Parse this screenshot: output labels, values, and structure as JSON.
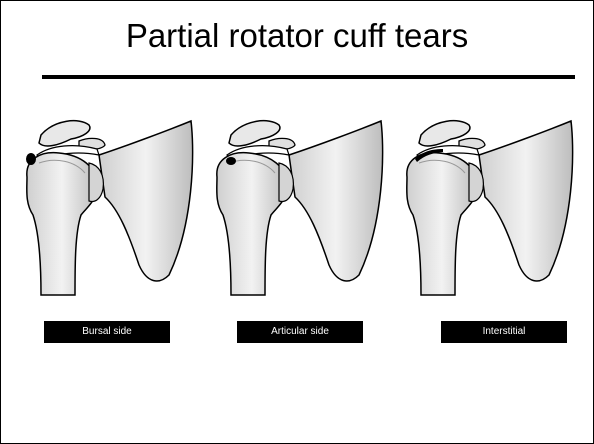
{
  "slide": {
    "title": "Partial rotator cuff tears"
  },
  "figures": [
    {
      "label": "Bursal side",
      "tear_location": "bursal"
    },
    {
      "label": "Articular side",
      "tear_location": "articular"
    },
    {
      "label": "Interstitial",
      "tear_location": "interstitial"
    }
  ],
  "colors": {
    "bone_fill": "#e2e2e2",
    "bone_shade": "#bdbdbd",
    "outline": "#000000",
    "tear": "#000000",
    "label_bg": "#000000",
    "label_text": "#ffffff"
  }
}
